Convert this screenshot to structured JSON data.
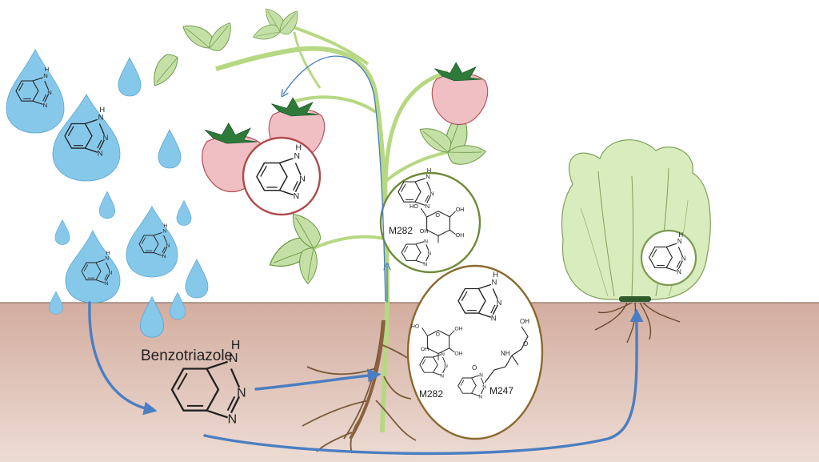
{
  "labels": {
    "compound_name": "Benzotriazole",
    "root_metabolite_a": "M282",
    "root_metabolite_b": "M247",
    "stem_metabolite": "M282"
  },
  "atom_labels": {
    "h": "H",
    "n": "N",
    "nh": "NH",
    "oh": "OH",
    "ho": "HO",
    "o": "O"
  },
  "colors": {
    "soil_top": "#d5b0a2",
    "soil_bottom": "#ecd7cf",
    "rain": "#86c8ea",
    "strawberry": "#f0bec3",
    "strawberry_circle": "#b04a4a",
    "stem_circle": "#6e8a3a",
    "root_circle": "#8a6a2e",
    "lettuce": "#d8ecbf",
    "leaf": "#c2dfa4",
    "arrow": "#4a7ec2",
    "root": "#7a5a3a"
  }
}
